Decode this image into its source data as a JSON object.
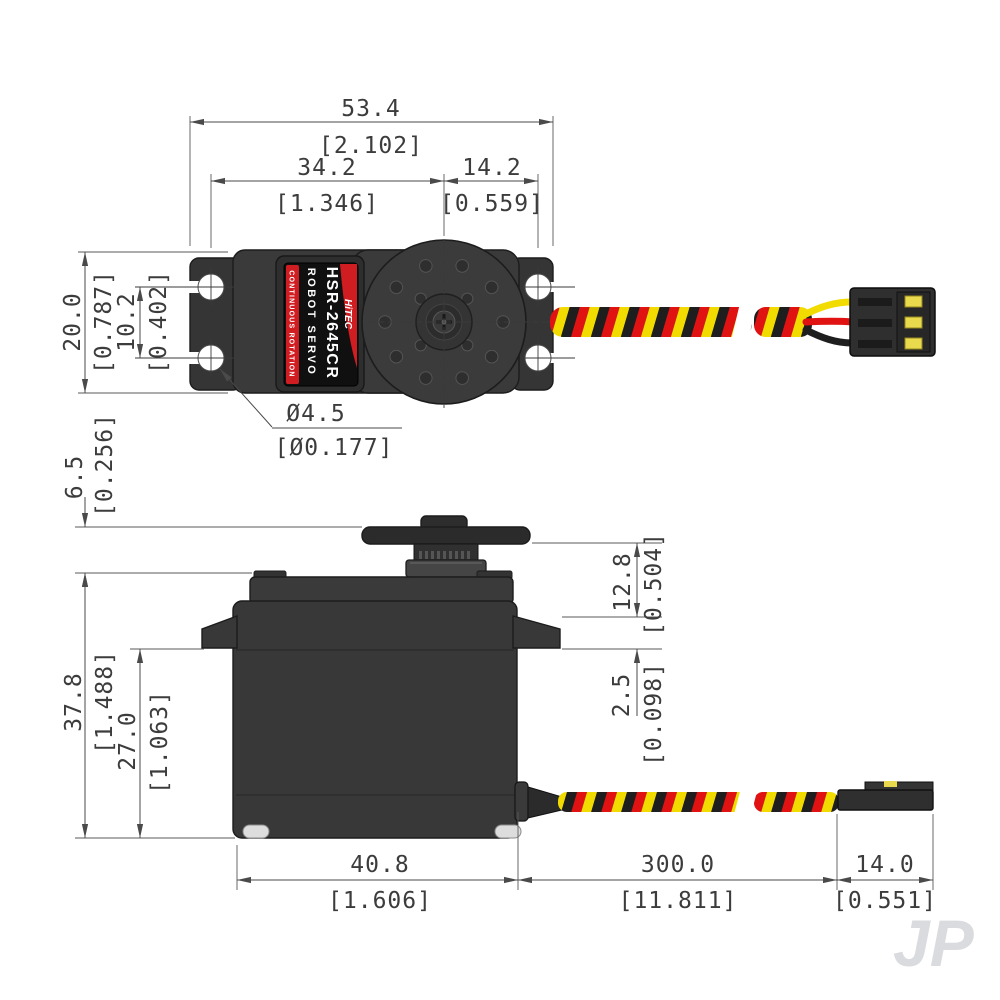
{
  "label": {
    "brand": "HiTEC",
    "product_line": "ROBOT SERVO",
    "model": "HSR-2645CR",
    "feature_band": "CONTINUOUS ROTATION"
  },
  "watermark": "JP",
  "dims": {
    "overall_width": {
      "mm": "53.4",
      "in": "[2.102]"
    },
    "hole_span": {
      "mm": "34.2",
      "in": "[1.346]"
    },
    "horn_to_holes": {
      "mm": "14.2",
      "in": "[0.559]"
    },
    "body_depth": {
      "mm": "20.0",
      "in": "[0.787]"
    },
    "hole_pitch": {
      "mm": "10.2",
      "in": "[0.402]"
    },
    "hole_diameter": {
      "mm": "Ø4.5",
      "in": "[Ø0.177]"
    },
    "horn_height": {
      "mm": "6.5",
      "in": "[0.256]"
    },
    "total_height": {
      "mm": "37.8",
      "in": "[1.488]"
    },
    "case_height": {
      "mm": "27.0",
      "in": "[1.063]"
    },
    "shaft_height": {
      "mm": "12.8",
      "in": "[0.504]"
    },
    "flange_thickness": {
      "mm": "2.5",
      "in": "[0.098]"
    },
    "body_length": {
      "mm": "40.8",
      "in": "[1.606]"
    },
    "cable_length": {
      "mm": "300.0",
      "in": "[11.811]"
    },
    "connector_length": {
      "mm": "14.0",
      "in": "[0.551]"
    }
  },
  "colors": {
    "case": "#3a3a3a",
    "label_red": "#cf1d22",
    "wire_black": "#1e1e1e",
    "wire_red": "#e01212",
    "wire_yellow": "#f2dc00",
    "connector_body": "#2f2f2f",
    "connector_pin_yellow": "#e9d94c",
    "watermark_gray": "#d2d3d7"
  }
}
